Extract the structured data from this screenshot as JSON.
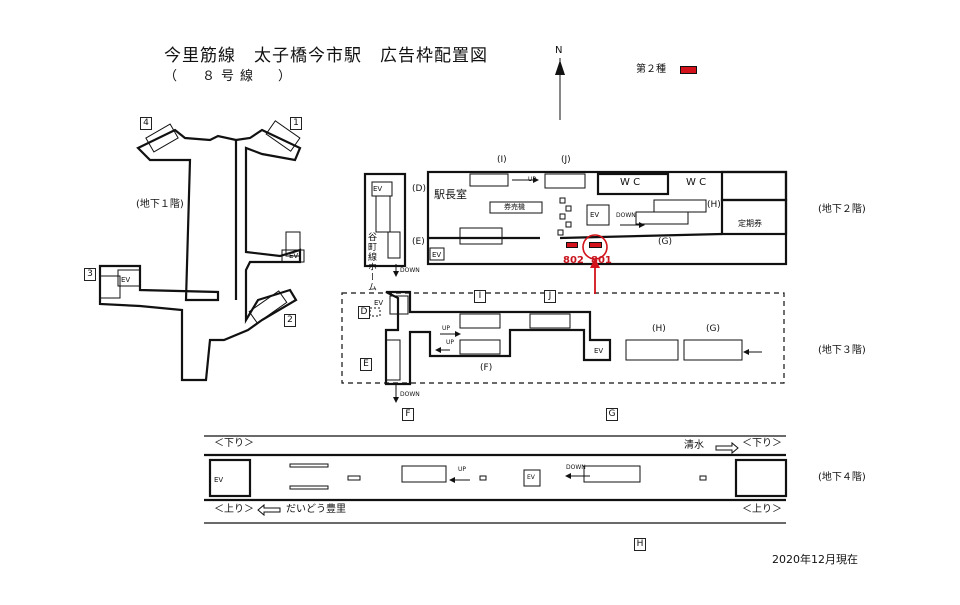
{
  "title": "今里筋線　太子橋今市駅　広告枠配置図",
  "subtitle": "（　８号線　）",
  "north_label": "N",
  "legend": {
    "label": "第２種",
    "color": "#d3121b"
  },
  "floors": {
    "b1": "(地下１階)",
    "b2": "(地下２階)",
    "b3": "(地下３階)",
    "b4": "(地下４階)"
  },
  "exits": {
    "e1": "1",
    "e2": "2",
    "e3": "3",
    "e4": "4"
  },
  "b2": {
    "ev": "EV",
    "d": "(D)",
    "e": "(E)",
    "i": "(I)",
    "j": "(J)",
    "h": "(H)",
    "g": "(G)",
    "office": "駅長室",
    "tickets": "券売機",
    "wc1": "W C",
    "wc2": "W C",
    "pass": "定期券",
    "up": "UP",
    "down": "DOWN",
    "tanimachi": "谷町線ホーム",
    "down2": "DOWN"
  },
  "b3": {
    "d": "D",
    "e": "E",
    "i": "I",
    "j": "J",
    "h": "(H)",
    "g": "(G)",
    "f": "(F)",
    "ev": "EV",
    "ev2": "EV",
    "up1": "UP",
    "up2": "UP",
    "down": "DOWN"
  },
  "below": {
    "f": "F",
    "g": "G",
    "h": "H"
  },
  "b4": {
    "down_left": "＜下り＞",
    "shimizu": "清水",
    "down_right": "＜下り＞",
    "up_left": "＜上り＞",
    "toyosato": "だいどう豊里",
    "up_right": "＜上り＞",
    "ev1": "EV",
    "ev2": "EV",
    "up": "UP",
    "down": "DOWN"
  },
  "ads": [
    {
      "id": "802"
    },
    {
      "id": "801"
    }
  ],
  "date": "2020年12月現在"
}
